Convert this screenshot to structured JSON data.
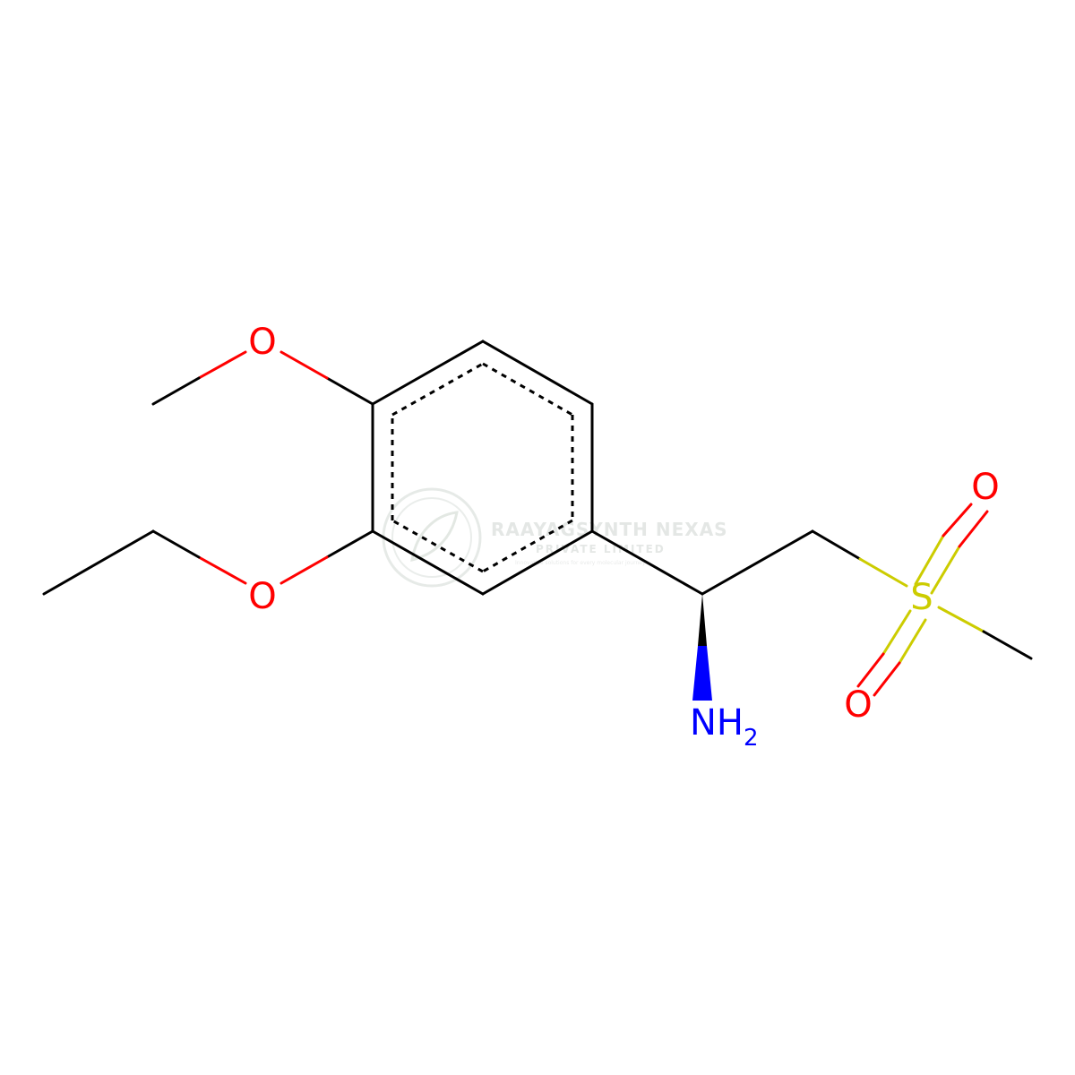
{
  "molecule": {
    "atom_labels": {
      "methoxy_oxygen": "O",
      "ethoxy_oxygen": "O",
      "sulfur": "S",
      "sulfonyl_oxygen_top": "O",
      "sulfonyl_oxygen_bottom": "O",
      "amine_nitrogen": "NH",
      "amine_subscript": "2"
    },
    "colors": {
      "bond": "#000000",
      "oxygen": "#ff0000",
      "nitrogen": "#0000ff",
      "sulfur": "#cccc00",
      "watermark": "#dfe3e0"
    }
  },
  "watermark": {
    "title": "RAAYAGSYNTH NEXAS",
    "subtitle": "PRIVATE LIMITED",
    "tagline": "Innovative solutions for every molecular journey"
  }
}
